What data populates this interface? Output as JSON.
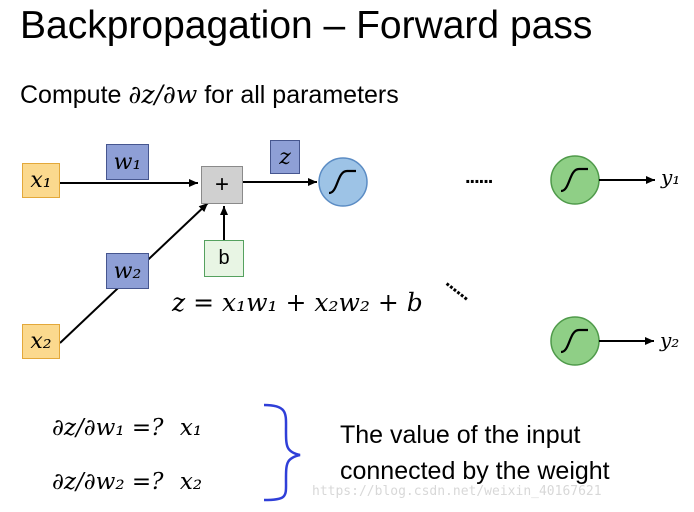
{
  "slide": {
    "title": "Backpropagation – Forward pass",
    "subtitle_prefix": "Compute",
    "subtitle_math": "∂z/∂w",
    "subtitle_suffix": "for all parameters"
  },
  "network": {
    "x1": "x₁",
    "x2": "x₂",
    "w1": "w₁",
    "w2": "w₂",
    "plus": "+",
    "b": "b",
    "z": "z",
    "dots_horizontal": "......",
    "dots_diagonal": "......",
    "y1": "y₁",
    "y2": "y₂",
    "equation": "z = x₁w₁ + x₂w₂ + b"
  },
  "derivatives": [
    {
      "lhs": "∂z/∂w₁ =?",
      "rhs": "x₁"
    },
    {
      "lhs": "∂z/∂w₂ =?",
      "rhs": "x₂"
    }
  ],
  "explanation": {
    "line1": "The value of the input",
    "line2": "connected by the weight"
  },
  "watermark": "https://blog.csdn.net/weixin_40167621",
  "colors": {
    "input_fill": "#fbd98e",
    "weight_fill": "#8e9fd6",
    "neuron_blue": "#9dc3e6",
    "neuron_green": "#8fcf86",
    "brace": "#2f3fd8"
  }
}
